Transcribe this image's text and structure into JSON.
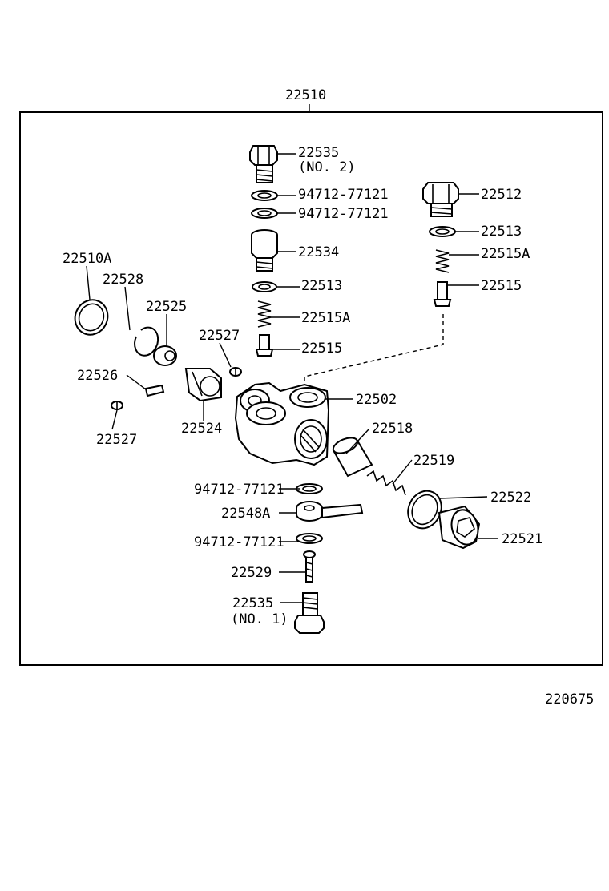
{
  "figure_number": "220675",
  "assembly": {
    "part_no": "22510"
  },
  "callouts": [
    {
      "id": "c1",
      "text": "22535"
    },
    {
      "id": "c2",
      "text": "(NO. 2)"
    },
    {
      "id": "c3",
      "text": "94712-77121"
    },
    {
      "id": "c4",
      "text": "94712-77121"
    },
    {
      "id": "c5",
      "text": "22534"
    },
    {
      "id": "c6",
      "text": "22513"
    },
    {
      "id": "c7",
      "text": "22515A"
    },
    {
      "id": "c8",
      "text": "22515"
    },
    {
      "id": "c9",
      "text": "22512"
    },
    {
      "id": "c10",
      "text": "22513"
    },
    {
      "id": "c11",
      "text": "22515A"
    },
    {
      "id": "c12",
      "text": "22515"
    },
    {
      "id": "c13",
      "text": "22510A"
    },
    {
      "id": "c14",
      "text": "22528"
    },
    {
      "id": "c15",
      "text": "22525"
    },
    {
      "id": "c16",
      "text": "22527"
    },
    {
      "id": "c17",
      "text": "22526"
    },
    {
      "id": "c18",
      "text": "22527"
    },
    {
      "id": "c19",
      "text": "22524"
    },
    {
      "id": "c20",
      "text": "22502"
    },
    {
      "id": "c21",
      "text": "22518"
    },
    {
      "id": "c22",
      "text": "22519"
    },
    {
      "id": "c23",
      "text": "94712-77121"
    },
    {
      "id": "c24",
      "text": "22522"
    },
    {
      "id": "c25",
      "text": "22548A"
    },
    {
      "id": "c26",
      "text": "22521"
    },
    {
      "id": "c27",
      "text": "94712-77121"
    },
    {
      "id": "c28",
      "text": "22529"
    },
    {
      "id": "c29",
      "text": "22535"
    },
    {
      "id": "c30",
      "text": "(NO. 1)"
    }
  ]
}
